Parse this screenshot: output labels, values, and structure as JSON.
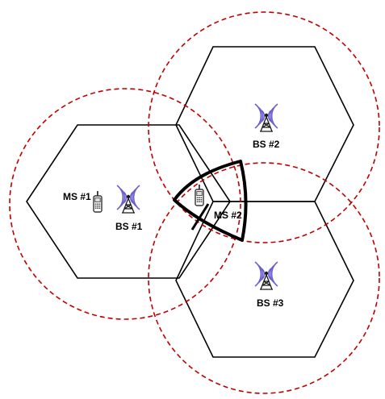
{
  "colors": {
    "background": "#ffffff",
    "cell_outline": "#000000",
    "coverage_circle": "#c00000",
    "antenna_signal": "#6b5fcf",
    "tower": "#1a1a1a",
    "phone_body": "#333333"
  },
  "base_stations": [
    {
      "label": "BS #1",
      "icon": "cell-tower-icon"
    },
    {
      "label": "BS #2",
      "icon": "cell-tower-icon"
    },
    {
      "label": "BS #3",
      "icon": "cell-tower-icon"
    }
  ],
  "mobile_stations": [
    {
      "label": "MS #1",
      "icon": "mobile-phone-icon"
    },
    {
      "label": "MS #2",
      "icon": "mobile-phone-icon"
    }
  ],
  "coverage_style": "dashed",
  "handover_region": "highlighted"
}
